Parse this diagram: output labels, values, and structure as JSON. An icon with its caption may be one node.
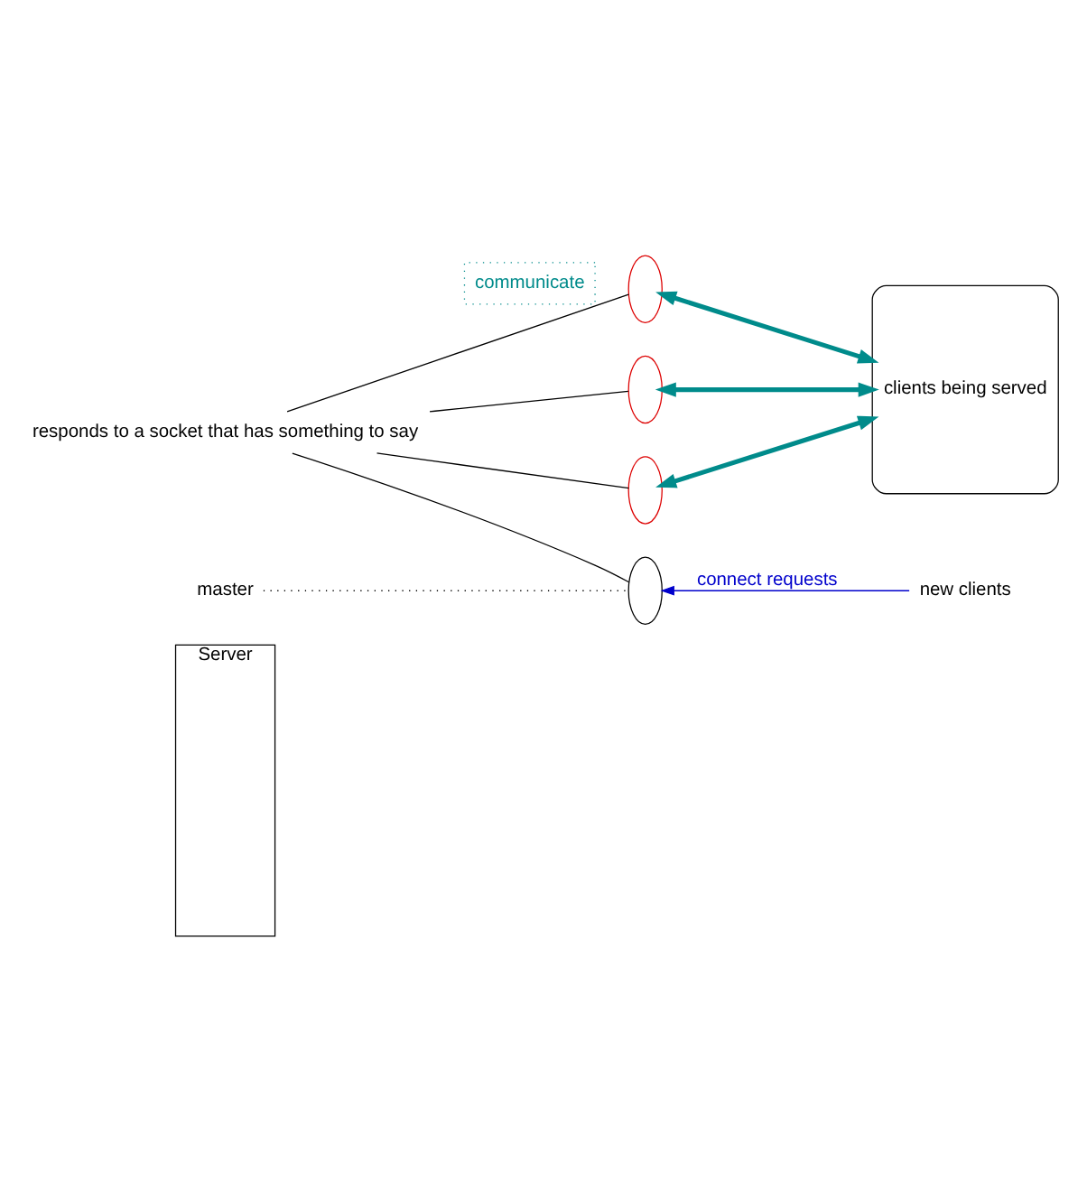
{
  "diagram": {
    "nodes": [
      {
        "text": [
          "Server"
        ]
      },
      {
        "text": [],
        "shape": "ellipse"
      },
      {
        "text": [],
        "shape": "ellipse"
      },
      {
        "text": [],
        "shape": "ellipse"
      },
      {
        "text": [],
        "shape": "ellipse"
      },
      {
        "text": [
          "responds to a socket that has something to say"
        ]
      },
      {
        "text": [
          "communicate"
        ]
      },
      {
        "text": [
          "clients being served"
        ]
      },
      {
        "text": [
          "new clients"
        ]
      },
      {
        "text": [
          "master"
        ]
      }
    ],
    "edges": [
      {
        "from": 5,
        "to": 1,
        "arrow": "none"
      },
      {
        "from": 5,
        "to": 2,
        "arrow": "none"
      },
      {
        "from": 5,
        "to": 3,
        "arrow": "none"
      },
      {
        "from": 5,
        "to": 4,
        "arrow": "none"
      },
      {
        "from": 1,
        "to": 7,
        "arrow": "both",
        "style": "thick",
        "color": "#008b8b"
      },
      {
        "from": 2,
        "to": 7,
        "arrow": "both",
        "style": "thick",
        "color": "#008b8b"
      },
      {
        "from": 3,
        "to": 7,
        "arrow": "both",
        "style": "thick",
        "color": "#008b8b"
      },
      {
        "from": 8,
        "to": 4,
        "arrow": "to",
        "label": "connect requests",
        "color": "#0000cc"
      },
      {
        "from": 9,
        "to": 4,
        "arrow": "none",
        "style": "dashed"
      }
    ]
  }
}
